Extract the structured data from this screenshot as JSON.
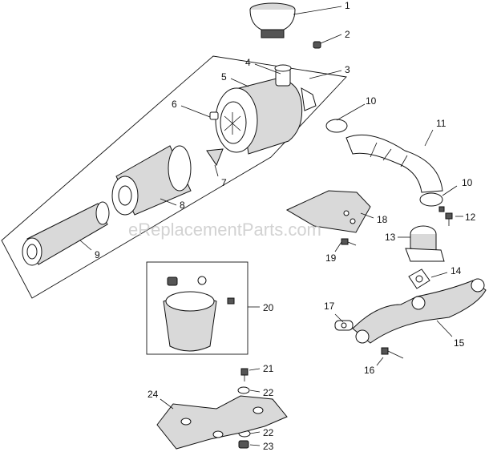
{
  "watermark": "eReplacementParts.com",
  "callouts": [
    "1",
    "2",
    "3",
    "4",
    "5",
    "6",
    "7",
    "8",
    "9",
    "10",
    "10",
    "11",
    "12",
    "13",
    "14",
    "15",
    "16",
    "17",
    "18",
    "19",
    "20",
    "21",
    "22",
    "22",
    "23",
    "24"
  ]
}
